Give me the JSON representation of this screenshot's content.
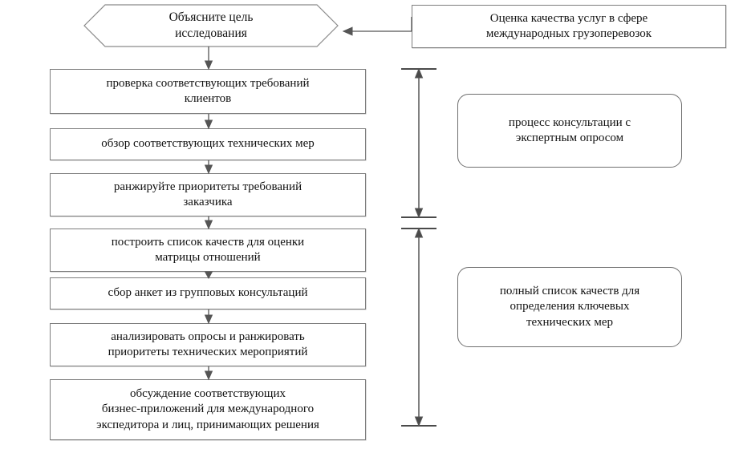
{
  "diagram": {
    "title_shape": {
      "name": "research-purpose-hexagon",
      "text": "Объясните цель\nисследования"
    },
    "context_box": {
      "name": "quality-assessment-box",
      "text": "Оценка качества услуг в сфере\nмеждународных грузоперевозок"
    },
    "steps": [
      {
        "id": "step-1",
        "text": "проверка соответствующих требований\nклиентов"
      },
      {
        "id": "step-2",
        "text": "обзор соответствующих технических мер"
      },
      {
        "id": "step-3",
        "text": "ранжируйте приоритеты требований\nзаказчика"
      },
      {
        "id": "step-4",
        "text": "построить список качеств для оценки\nматрицы отношений"
      },
      {
        "id": "step-5",
        "text": "сбор анкет из групповых консультаций"
      },
      {
        "id": "step-6",
        "text": "анализировать опросы и ранжировать\nприоритеты технических мероприятий"
      },
      {
        "id": "step-7",
        "text": "обсуждение соответствующих\nбизнес-приложений для международного\nэкспедитора и лиц, принимающих решения"
      }
    ],
    "annotations": [
      {
        "id": "annotation-1",
        "text": "процесс консультации с\nэкспертным опросом"
      },
      {
        "id": "annotation-2",
        "text": "полный список качеств для\nопределения ключевых\nтехнических мер"
      }
    ],
    "brackets": [
      {
        "id": "bracket-upper",
        "name": "span-bracket-consultation"
      },
      {
        "id": "bracket-lower",
        "name": "span-bracket-quality-list"
      }
    ],
    "colors": {
      "stroke": "#7d7d7d",
      "arrow": "#555555",
      "text": "#111111",
      "background": "#ffffff"
    }
  }
}
